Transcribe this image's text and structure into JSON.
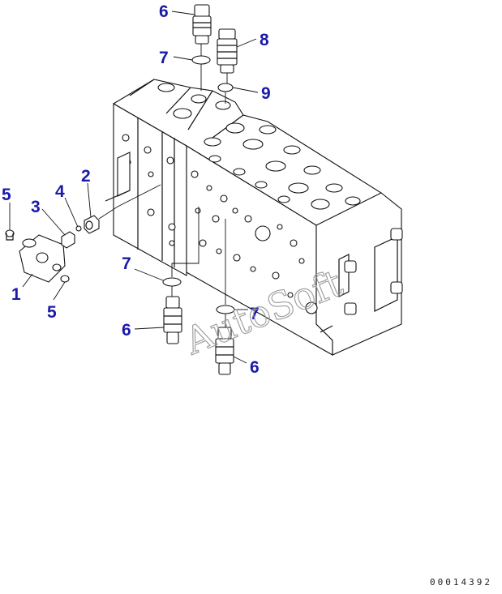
{
  "watermark": "AutoSoft",
  "reference_code": "00014392",
  "callouts": {
    "c1": "1",
    "c2": "2",
    "c3": "3",
    "c4": "4",
    "c5a": "5",
    "c5b": "5",
    "c6a": "6",
    "c6b": "6",
    "c6c": "6",
    "c7a": "7",
    "c7b": "7",
    "c7c": "7",
    "c8": "8",
    "c9": "9"
  },
  "colors": {
    "callout": "#1a1aa8",
    "line": "#111111",
    "watermark": "#9a9a9a"
  }
}
